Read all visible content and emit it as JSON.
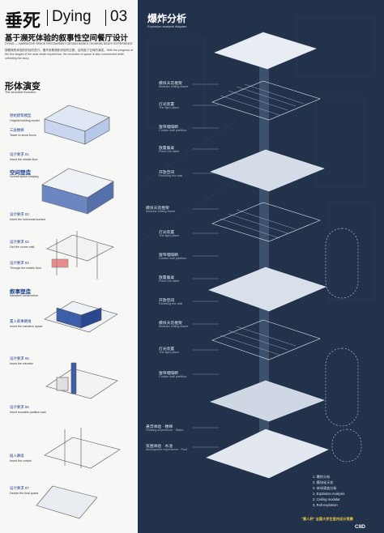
{
  "header": {
    "title_cn": "垂死",
    "title_en": "Dying",
    "number": "03",
    "subtitle_cn": "基于濒死体验的叙事性空间餐厅设计",
    "subtitle_en": "DYING — NARRATIVE SPACE RESTAURANT DESIGN BASED ON NEAR-DEATH EXPERIENCE",
    "intro": "随着濒死体验的阶段的进行，展开依着濒死体验的过程，这构造了空间的演变。With the progress of the five stages of the near-death experience, the evolution of space is also constructed while unfolding the story."
  },
  "left_panel": {
    "section_title_cn": "形体演变",
    "section_title_en": "The structure evolution",
    "steps": [
      {
        "cn": "原始建筑模型",
        "en": "Original building model"
      },
      {
        "cn": "三层楼梯",
        "en": "Tower to show floors"
      },
      {
        "cn": "设计要求 01",
        "en": "Insert the middle floor"
      },
      {
        "cn": "设计要求 02",
        "en": "Insert the horizontal surface"
      },
      {
        "cn": "设计要求 03",
        "en": "Get the corner wall"
      },
      {
        "cn": "设计要求 04",
        "en": "Through the middle floor"
      },
      {
        "cn": "置入叙事路线",
        "en": "Insert the narrative space"
      },
      {
        "cn": "设计要求 05",
        "en": "Insert the elevator"
      },
      {
        "cn": "设计要求 06",
        "en": "Insert movable partition wall"
      },
      {
        "cn": "插入幕墙",
        "en": "Insert the curtain"
      },
      {
        "cn": "设计要求 07",
        "en": "Decide the final space"
      }
    ],
    "sub_sections": [
      {
        "cn": "空间塑造",
        "en": "Overall space shaping"
      },
      {
        "cn": "叙事塑造",
        "en": "Narrative construction"
      }
    ]
  },
  "right_panel": {
    "title_cn": "爆炸分析",
    "title_en": "Explosion analysis diagram",
    "labels": [
      {
        "cn": "模块天花框架",
        "en": "Modular ceiling frame"
      },
      {
        "cn": "灯光装置",
        "en": "The light place"
      },
      {
        "cn": "窗帘墙隔断",
        "en": "Curtain wall partition"
      },
      {
        "cn": "放置餐桌",
        "en": "Place the table"
      },
      {
        "cn": "开放空间",
        "en": "Finishing the wall"
      },
      {
        "cn": "模块天花框架",
        "en": "Modular ceiling frame"
      },
      {
        "cn": "灯光装置",
        "en": "The light place"
      },
      {
        "cn": "窗帘墙隔断",
        "en": "Curtain wall partition"
      },
      {
        "cn": "放置餐桌",
        "en": "Place the table"
      },
      {
        "cn": "开放空间",
        "en": "Finishing the wall"
      },
      {
        "cn": "模块天花框架",
        "en": "Modular ceiling frame"
      },
      {
        "cn": "灯光装置",
        "en": "The light place"
      },
      {
        "cn": "窗帘墙隔断",
        "en": "Curtain wall partition"
      },
      {
        "cn": "悬浮体验 · 楼梯",
        "en": "Floating experience · Stairs"
      },
      {
        "cn": "氛围体验 · 水池",
        "en": "Atmosphere experience · Pool"
      }
    ],
    "legend": [
      "1. 爆炸分析",
      "2. 模块化天花",
      "3. 体块演变分析",
      "1. Explosion Analysis",
      "2. Ceiling modular",
      "3. Roll explosion"
    ],
    "brand": "\"黄人杯\" 全国大学生室内设计竞赛",
    "brand_logo": "CIID",
    "colors": {
      "panel": "#22324a",
      "accent": "#1a3d8f",
      "brand": "#f0c84a"
    }
  }
}
